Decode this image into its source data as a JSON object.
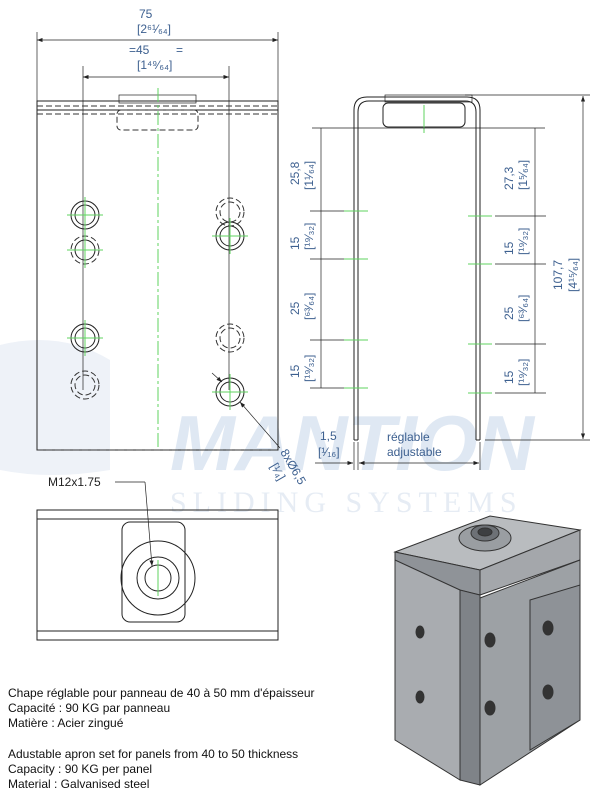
{
  "watermark": {
    "brand": "MANTION",
    "tagline": "SLIDING SYSTEMS"
  },
  "front_view": {
    "width_mm": "75",
    "width_in": "[2⁶¹⁄₆₄]",
    "spacing_mm": "=45",
    "spacing_eq": "=",
    "spacing_in": "[1⁴⁹⁄₆₄]",
    "hole_label_mm": "8xØ6,5",
    "hole_label_in": "[¹⁄₄]"
  },
  "side_view": {
    "left_dims": [
      {
        "mm": "25,8",
        "in": "[1¹⁄₆₄]"
      },
      {
        "mm": "15",
        "in": "[¹⁹⁄₃₂]"
      },
      {
        "mm": "25",
        "in": "[⁶³⁄₆₄]"
      },
      {
        "mm": "15",
        "in": "[¹⁹⁄₃₂]"
      }
    ],
    "right_dims": [
      {
        "mm": "27,3",
        "in": "[1⁵⁄₆₄]"
      },
      {
        "mm": "15",
        "in": "[¹⁹⁄₃₂]"
      },
      {
        "mm": "25",
        "in": "[⁶³⁄₆₄]"
      },
      {
        "mm": "15",
        "in": "[¹⁹⁄₃₂]"
      }
    ],
    "height_mm": "107,7",
    "height_in": "[4¹⁵⁄₆₄]",
    "thickness_mm": "1,5",
    "thickness_in": "[¹⁄₁₆]",
    "adjust_fr": "réglable",
    "adjust_en": "adjustable"
  },
  "bottom_view": {
    "thread_label": "M12x1.75"
  },
  "description": {
    "fr": [
      "Chape réglable pour panneau de 40 à 50 mm d'épaisseur",
      "Capacité : 90 KG par panneau",
      "Matière : Acier zingué"
    ],
    "en": [
      "Adustable apron set for panels from 40 to 50 thickness",
      "Capacity : 90 KG per panel",
      "Material : Galvanised steel"
    ]
  }
}
